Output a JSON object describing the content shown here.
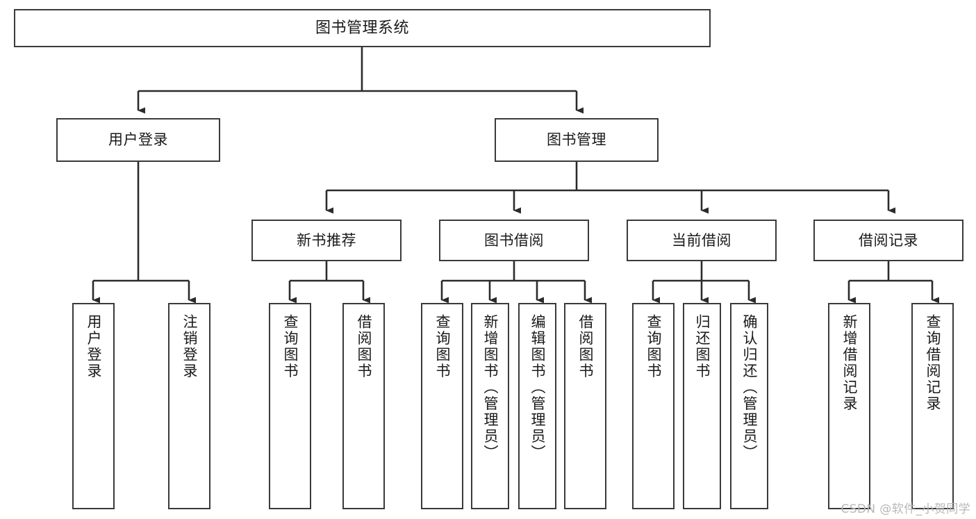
{
  "diagram": {
    "type": "tree-hierarchy",
    "title": "图书管理系统",
    "watermark": "CSDN @软件_小贺同学",
    "colors": {
      "box_border": "#3a3a3a",
      "box_fill": "#ffffff",
      "edge": "#2b2b2b",
      "text": "#1a1a1a",
      "watermark": "#b8b8b8",
      "background": "#ffffff"
    },
    "nodes": {
      "root": {
        "label": "图书管理系统",
        "level": 0
      },
      "level1": [
        {
          "id": "user-login",
          "label": "用户登录"
        },
        {
          "id": "book-manage",
          "label": "图书管理"
        }
      ],
      "level2": [
        {
          "id": "new-book-rec",
          "label": "新书推荐"
        },
        {
          "id": "book-borrow",
          "label": "图书借阅"
        },
        {
          "id": "current-borrow",
          "label": "当前借阅"
        },
        {
          "id": "borrow-record",
          "label": "借阅记录"
        }
      ],
      "leaves": {
        "user-login": [
          {
            "id": "leaf-user-login",
            "label": "用户登录"
          },
          {
            "id": "leaf-logout",
            "label": "注销登录"
          }
        ],
        "new-book-rec": [
          {
            "id": "leaf-query-book-1",
            "label": "查询图书"
          },
          {
            "id": "leaf-borrow-book-1",
            "label": "借阅图书"
          }
        ],
        "book-borrow": [
          {
            "id": "leaf-query-book-2",
            "label": "查询图书"
          },
          {
            "id": "leaf-add-book",
            "label": "新增图书（管理员）"
          },
          {
            "id": "leaf-edit-book",
            "label": "编辑图书（管理员）"
          },
          {
            "id": "leaf-borrow-book-2",
            "label": "借阅图书"
          }
        ],
        "current-borrow": [
          {
            "id": "leaf-query-book-3",
            "label": "查询图书"
          },
          {
            "id": "leaf-return-book",
            "label": "归还图书"
          },
          {
            "id": "leaf-confirm-return",
            "label": "确认归还（管理员）"
          }
        ],
        "borrow-record": [
          {
            "id": "leaf-add-record",
            "label": "新增借阅记录"
          },
          {
            "id": "leaf-query-record",
            "label": "查询借阅记录"
          }
        ]
      }
    }
  }
}
